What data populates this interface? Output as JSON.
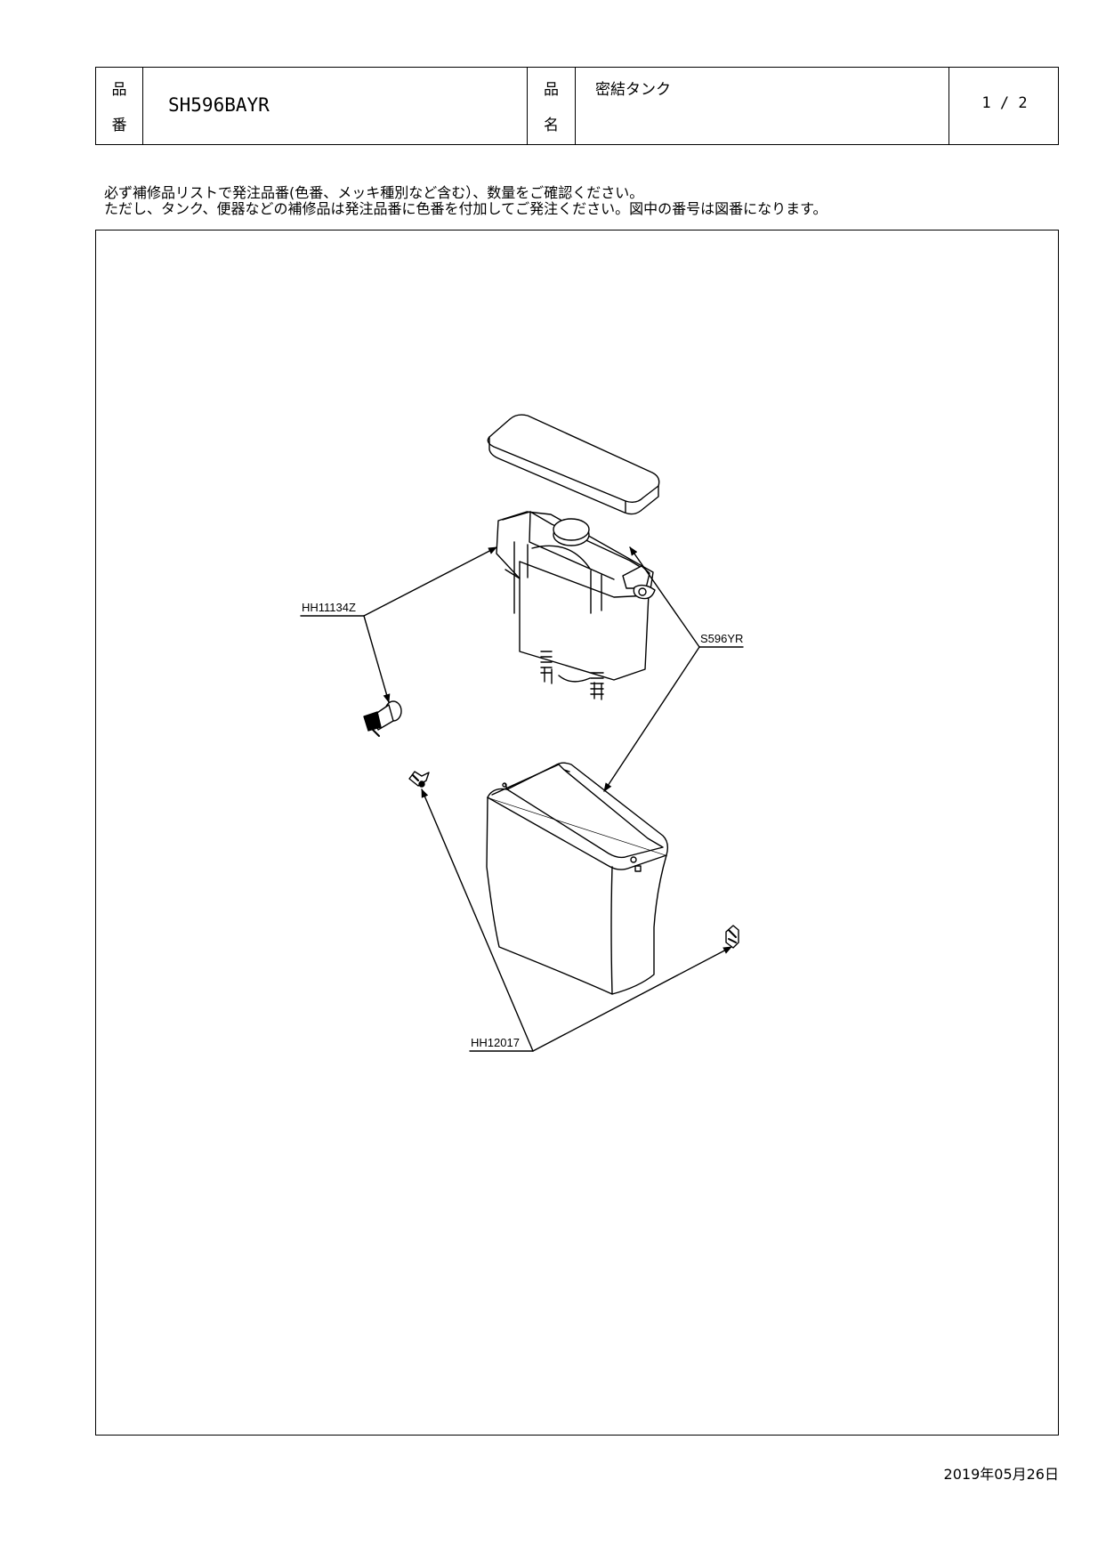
{
  "header": {
    "part_no_label_top": "品",
    "part_no_label_bottom": "番",
    "part_no": "SH596BAYR",
    "part_name_label_top": "品",
    "part_name_label_bottom": "名",
    "part_name": "密結タンク",
    "page": "1 / 2"
  },
  "notice": {
    "line1": "必ず補修品リストで発注品番(色番、メッキ種別など含む）、数量をご確認ください。",
    "line2": "ただし、タンク、便器などの補修品は発注品番に色番を付加してご発注ください。図中の番号は図番になります。"
  },
  "callouts": {
    "hh11134z": "HH11134Z",
    "s596yr": "S596YR",
    "hh12017": "HH12017"
  },
  "footer": {
    "date": "2019年05月26日"
  }
}
